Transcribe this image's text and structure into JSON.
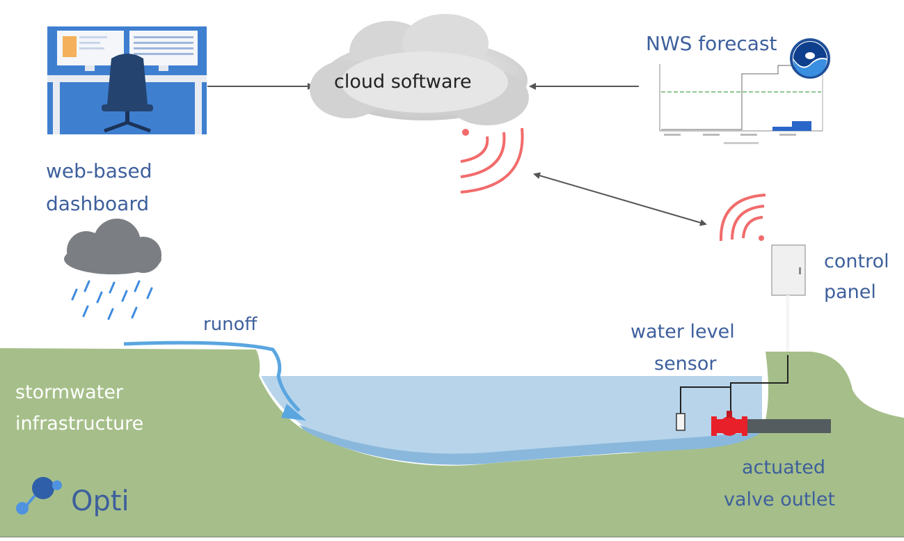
{
  "labels": {
    "cloud": "cloud software",
    "nws": "NWS forecast",
    "dashboard_line1": "web-based",
    "dashboard_line2": "dashboard",
    "runoff": "runoff",
    "stormwater_line1": "stormwater",
    "stormwater_line2": "infrastructure",
    "water_sensor_line1": "water level",
    "water_sensor_line2": "sensor",
    "control_line1": "control",
    "control_line2": "panel",
    "valve_line1": "actuated",
    "valve_line2": "valve outlet",
    "brand": "Opti"
  },
  "colors": {
    "label_blue": "#3d5f9c",
    "ground": "#a6bf8a",
    "water_light": "#b7d4ea",
    "water_dark": "#8ab8dc",
    "cloud_gray": "#d8d8d8",
    "rain_cloud": "#7b7f84",
    "signal_red": "#f26b6b",
    "valve_red": "#e8202a",
    "pipe": "#555c60",
    "dashboard_bg": "#3f7fd0",
    "logo_dark": "#2f5fa8",
    "logo_light": "#4f93e0"
  },
  "icons": [
    "desktop-workstation-icon",
    "cloud-icon",
    "rain-cloud-icon",
    "noaa-logo-icon",
    "wireless-signal-icon",
    "valve-icon",
    "control-panel-icon",
    "sensor-icon"
  ]
}
